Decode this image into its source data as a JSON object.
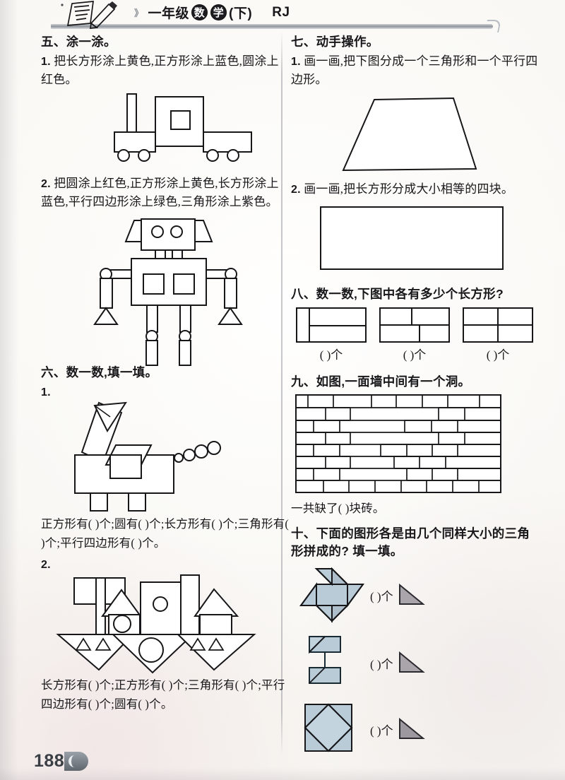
{
  "header": {
    "grade": "一年级",
    "logo_chars": [
      "数",
      "学"
    ],
    "volume": "(下)",
    "edition": "RJ",
    "chevron": "》"
  },
  "page_number": "188",
  "left_column": {
    "section5": {
      "heading": "五、涂一涂。",
      "q1_number": "1.",
      "q1_text": "把长方形涂上黄色,正方形涂上蓝色,圆涂上红色。",
      "q1_figure_name": "truck-figure",
      "q2_number": "2.",
      "q2_text": "把圆涂上红色,正方形涂上黄色,长方形涂上蓝色,平行四边形涂上绿色,三角形涂上紫色。",
      "q2_figure_name": "robot-figure"
    },
    "section6": {
      "heading": "六、数一数,填一填。",
      "q1_number": "1.",
      "q1_figure_name": "giraffe-figure",
      "q1_blanks": "正方形有(      )个;圆有(      )个;长方形有(     )个;三角形有(     )个;平行四边形有(     )个。",
      "q2_number": "2.",
      "q2_figure_name": "boat-figure",
      "q2_blanks": "长方形有(      )个;正方形有(     )个;三角形有(     )个;平行四边形有(    )个;圆有(     )个。"
    }
  },
  "right_column": {
    "section7": {
      "heading": "七、动手操作。",
      "q1_number": "1.",
      "q1_text": "画一画,把下图分成一个三角形和一个平行四边形。",
      "q1_figure_name": "trapezoid-figure",
      "q2_number": "2.",
      "q2_text": "画一画,把长方形分成大小相等的四块。",
      "q2_figure_name": "rectangle-figure"
    },
    "section8": {
      "heading": "八、数一数,下图中各有多少个长方形?",
      "figures": [
        {
          "name": "rect-split-1",
          "answer": "(      )个"
        },
        {
          "name": "rect-split-2",
          "answer": "(      )个"
        },
        {
          "name": "rect-split-3",
          "answer": "(      )个"
        }
      ]
    },
    "section9": {
      "heading": "九、如图,一面墙中间有一个洞。",
      "figure_name": "brick-wall-figure",
      "blank_text": "一共缺了(        )块砖。"
    },
    "section10": {
      "heading": "十、下面的图形各是由几个同样大小的三角形拼成的? 填一填。",
      "rows": [
        {
          "name": "pinwheel-figure",
          "answer": "(      )个"
        },
        {
          "name": "zigzag-figure",
          "answer": "(      )个"
        },
        {
          "name": "diamond-square-figure",
          "answer": "(      )个"
        }
      ]
    }
  },
  "colors": {
    "ink": "#17171a",
    "shape_fill": "#b9cbd7",
    "triangle_ref": "#a9a5ab",
    "paper": "#fbfaf7"
  }
}
